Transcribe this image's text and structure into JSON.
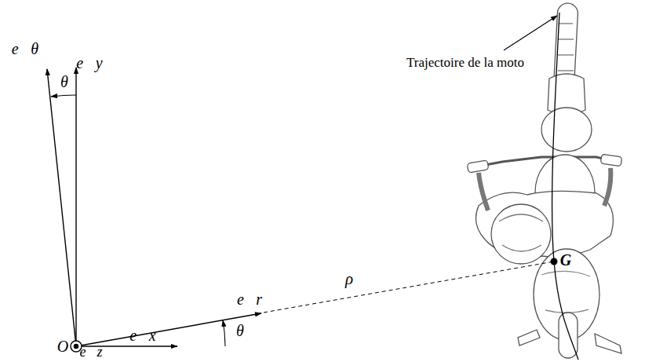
{
  "diagram": {
    "labels": [
      "Trajectoire de la moto",
      "G",
      "ρ",
      "θ",
      "θ",
      "e⃗θ",
      "e⃗y",
      "e⃗r",
      "e⃗x",
      "e⃗z",
      "O"
    ]
  }
}
